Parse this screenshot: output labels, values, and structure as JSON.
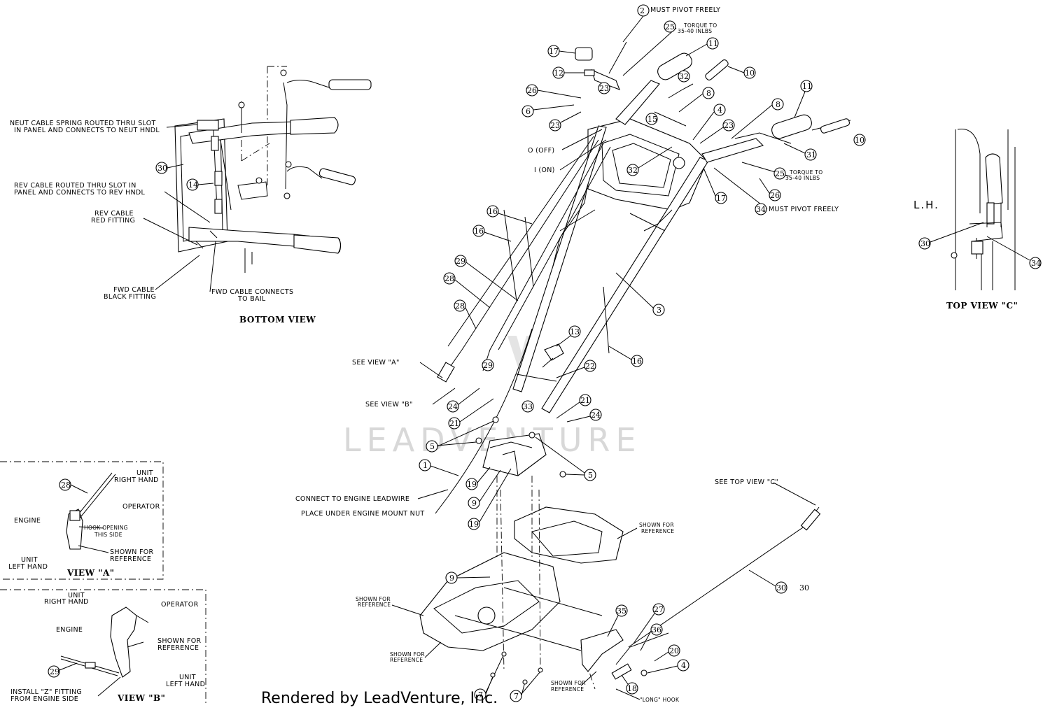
{
  "footer": "Rendered by LeadVenture, Inc.",
  "watermark": "LEADVENTURE",
  "views": {
    "bottom": "BOTTOM VIEW",
    "a": "VIEW \"A\"",
    "b": "VIEW \"B\"",
    "top_c": "TOP VIEW \"C\""
  },
  "notes": {
    "neut_1": "NEUT CABLE SPRING ROUTED THRU SLOT",
    "neut_2": "IN PANEL AND CONNECTS TO NEUT HNDL",
    "rev_1": "REV CABLE ROUTED THRU SLOT IN",
    "rev_2": "PANEL AND CONNECTS TO REV HNDL",
    "revfit_1": "REV CABLE",
    "revfit_2": "RED FITTING",
    "fwdfit_1": "FWD CABLE",
    "fwdfit_2": "BLACK FITTING",
    "fwdbail_1": "FWD CABLE CONNECTS",
    "fwdbail_2": "TO BAIL",
    "must_pivot": "MUST PIVOT FREELY",
    "torque_1": "TORQUE TO",
    "torque_2": "35-40 INLBS",
    "off": "O (OFF)",
    "on": "I (ON)",
    "see_a": "SEE VIEW \"A\"",
    "see_b": "SEE VIEW \"B\"",
    "engine_lead": "CONNECT TO ENGINE LEADWIRE",
    "engine_nut": "PLACE UNDER ENGINE MOUNT NUT",
    "see_top_c": "SEE TOP VIEW \"C\"",
    "shown_1": "SHOWN FOR",
    "shown_2": "REFERENCE",
    "long_hook": "\"LONG\" HOOK",
    "lh": "L.H.",
    "unit": "UNIT",
    "right_hand": "RIGHT HAND",
    "left_hand": "LEFT HAND",
    "operator": "OPERATOR",
    "engine": "ENGINE",
    "hook_1": "HOOK OPENING",
    "hook_2": "THIS SIDE",
    "install_1": "INSTALL \"Z\" FITTING",
    "install_2": "FROM ENGINE SIDE",
    "extra_30": "30"
  },
  "callouts": {
    "c1": "1",
    "c2": "2",
    "c3": "3",
    "c4": "4",
    "c5": "5",
    "c6": "6",
    "c7": "7",
    "c8": "8",
    "c9": "9",
    "c10": "10",
    "c11": "11",
    "c12": "12",
    "c13": "13",
    "c14": "14",
    "c15": "15",
    "c16": "16",
    "c17": "17",
    "c18": "18",
    "c19": "19",
    "c20": "20",
    "c21": "21",
    "c22": "22",
    "c23": "23",
    "c24": "24",
    "c25": "25",
    "c26": "26",
    "c27": "27",
    "c28": "28",
    "c29": "29",
    "c30": "30",
    "c31": "31",
    "c32": "32",
    "c33": "33",
    "c34": "34",
    "c35": "35",
    "c36": "36"
  }
}
